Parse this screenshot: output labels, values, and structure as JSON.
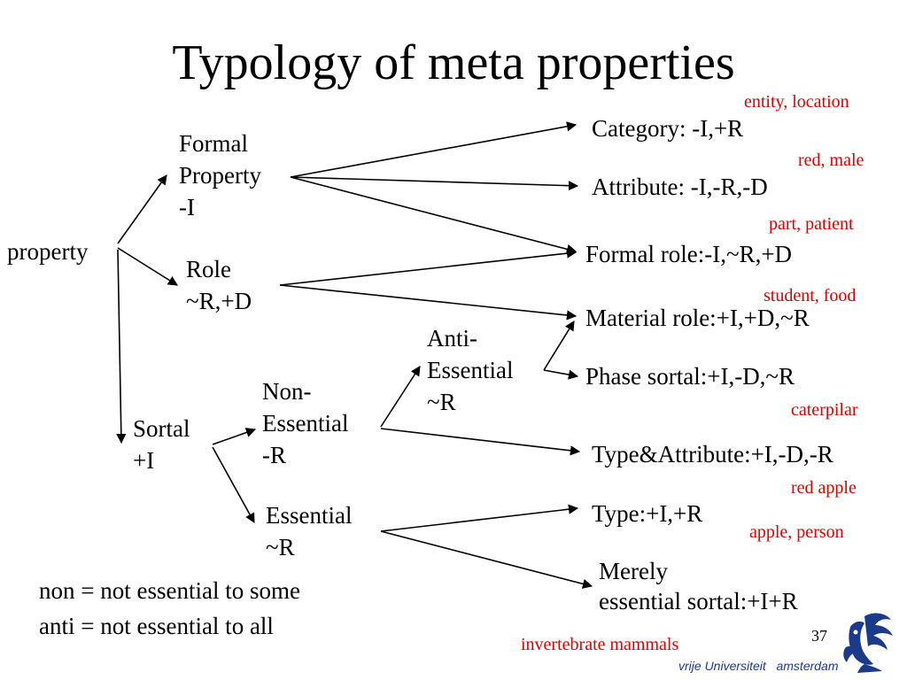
{
  "title": "Typology of meta properties",
  "nodes": {
    "property": "property",
    "formal": [
      "Formal",
      "Property",
      "-I"
    ],
    "role": [
      "Role",
      "~R,+D"
    ],
    "sortal": [
      "Sortal",
      "+I"
    ],
    "non_essential": [
      "Non-",
      "Essential",
      "-R"
    ],
    "anti_essential": [
      "Anti-",
      "Essential",
      "~R"
    ],
    "essential": [
      "Essential",
      "~R"
    ]
  },
  "leaves": {
    "category": "Category: -I,+R",
    "attribute": "Attribute: -I,-R,-D",
    "formal_role": "Formal role:-I,~R,+D",
    "material_role": "Material role:+I,+D,~R",
    "phase_sortal": "Phase sortal:+I,-D,~R",
    "type_attribute": "Type&Attribute:+I,-D,-R",
    "type": "Type:+I,+R",
    "merely_essential": [
      "Merely",
      "essential sortal:+I+R"
    ]
  },
  "examples": {
    "entity_location": "entity, location",
    "red_male": "red, male",
    "part_patient": "part, patient",
    "student_food": "student, food",
    "caterpilar": "caterpilar",
    "red_apple": "red apple",
    "apple_person": "apple, person",
    "invertebrate_mammals": "invertebrate mammals"
  },
  "notes": {
    "non": "non = not essential to some",
    "anti": "anti = not essential to all"
  },
  "page_number": "37",
  "footer": {
    "institution_1": "vrije",
    "institution_2": "Universiteit",
    "institution_3": "amsterdam",
    "logo_icon": "griffin-logo-icon"
  },
  "colors": {
    "example_text": "#e00000",
    "logo": "#1c3a8a"
  }
}
